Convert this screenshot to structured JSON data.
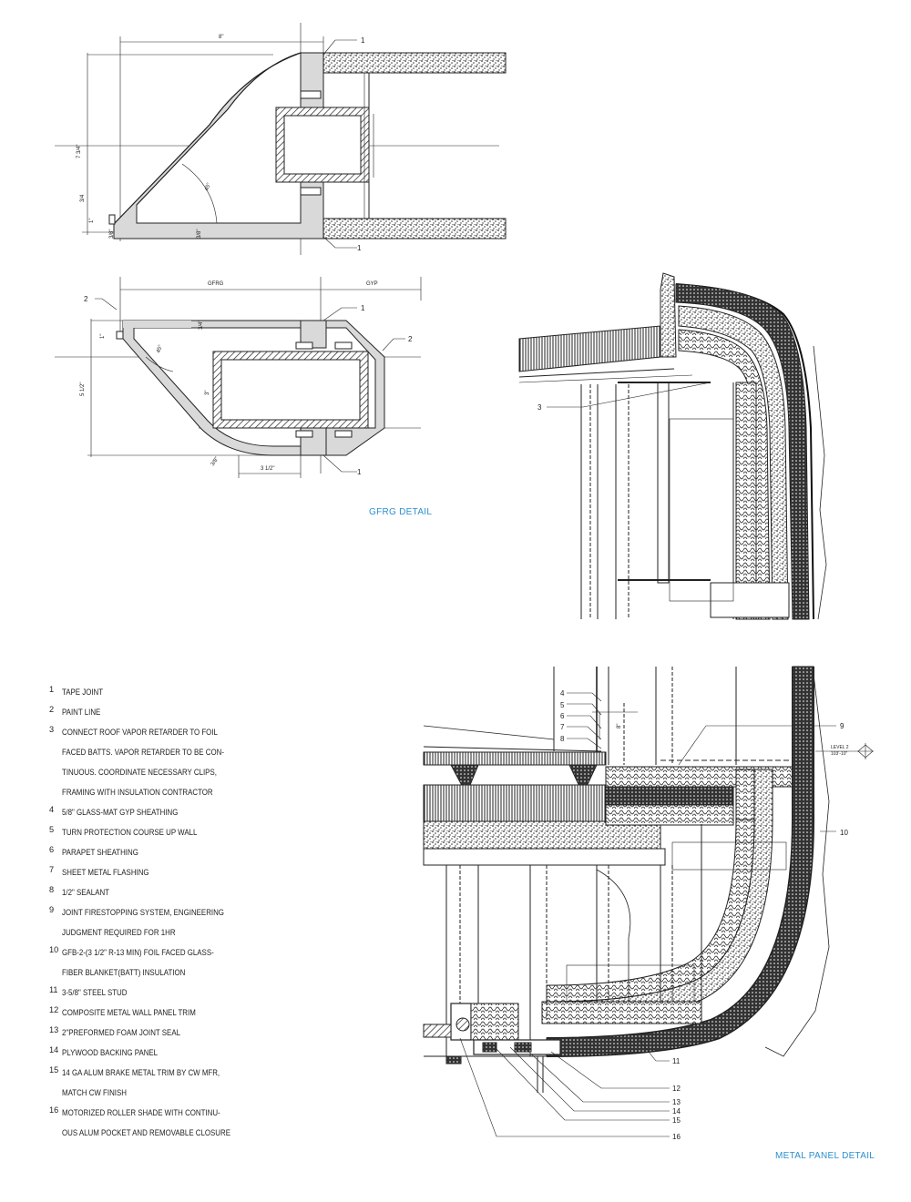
{
  "captions": {
    "gfrg": "GFRG DETAIL",
    "metal_panel": "METAL PANEL DETAIL"
  },
  "gfrg_top": {
    "dim_width": "8\"",
    "dim_height": "7 3/4\"",
    "dim_small_a": "3/4",
    "dim_small_b": "1\"",
    "dim_small_c": "3/8\"",
    "dim_small_d": "3/8\"",
    "angle": "45°",
    "callouts": [
      "1",
      "1"
    ]
  },
  "gfrg_bottom": {
    "dim_gfrg": "GFRG",
    "dim_gyp": "GYP",
    "dim_height": "5 1/2\"",
    "dim_small_a": "1\"",
    "dim_small_b": "3/4\"",
    "dim_inner": "3\"",
    "dim_bottom": "3 1/2\"",
    "dim_diag": "3/8\"",
    "angle": "45°",
    "callouts": [
      "2",
      "1",
      "2",
      "1"
    ]
  },
  "upper_panel": {
    "callout": "3"
  },
  "lower_panel": {
    "callouts_left": [
      "4",
      "5",
      "6",
      "7",
      "8"
    ],
    "dim_vertical": "8\"",
    "callout_right_top": "9",
    "callout_right_mid": "10",
    "level_tag": "LEVEL 2",
    "level_value": "103'-10\"",
    "callout_bottom": "11",
    "callouts_stack": [
      "12",
      "13",
      "14",
      "15",
      "16"
    ]
  },
  "legend": [
    {
      "num": "1",
      "lines": [
        "TAPE JOINT"
      ]
    },
    {
      "num": "2",
      "lines": [
        "PAINT LINE"
      ]
    },
    {
      "num": "3",
      "lines": [
        "CONNECT ROOF VAPOR RETARDER TO FOIL",
        "FACED BATTS. VAPOR RETARDER TO BE CON-",
        "TINUOUS. COORDINATE NECESSARY CLIPS,",
        "FRAMING WITH INSULATION CONTRACTOR"
      ]
    },
    {
      "num": "4",
      "lines": [
        "5/8\" GLASS-MAT GYP SHEATHING"
      ]
    },
    {
      "num": "5",
      "lines": [
        "TURN PROTECTION COURSE UP WALL"
      ]
    },
    {
      "num": "6",
      "lines": [
        "PARAPET SHEATHING"
      ]
    },
    {
      "num": "7",
      "lines": [
        "SHEET METAL FLASHING"
      ]
    },
    {
      "num": "8",
      "lines": [
        "1/2\" SEALANT"
      ]
    },
    {
      "num": "9",
      "lines": [
        "JOINT FIRESTOPPING SYSTEM, ENGINEERING",
        "JUDGMENT REQUIRED FOR 1HR"
      ]
    },
    {
      "num": "10",
      "lines": [
        "GFB-2-(3 1/2\" R-13 MIN) FOIL FACED GLASS-",
        "FIBER BLANKET(BATT) INSULATION"
      ]
    },
    {
      "num": "11",
      "lines": [
        "3-5/8\" STEEL STUD"
      ]
    },
    {
      "num": "12",
      "lines": [
        "COMPOSITE METAL WALL PANEL TRIM"
      ]
    },
    {
      "num": "13",
      "lines": [
        "2\"PREFORMED FOAM JOINT SEAL"
      ]
    },
    {
      "num": "14",
      "lines": [
        "PLYWOOD BACKING PANEL"
      ]
    },
    {
      "num": "15",
      "lines": [
        "14 GA ALUM BRAKE METAL TRIM BY CW MFR,",
        "MATCH CW FINISH"
      ]
    },
    {
      "num": "16",
      "lines": [
        "MOTORIZED ROLLER SHADE WITH CONTINU-",
        "OUS ALUM POCKET AND REMOVABLE CLOSURE"
      ]
    }
  ],
  "colors": {
    "caption": "#2a8fd0",
    "line": "#222222",
    "fill": "#d9d9d9"
  }
}
